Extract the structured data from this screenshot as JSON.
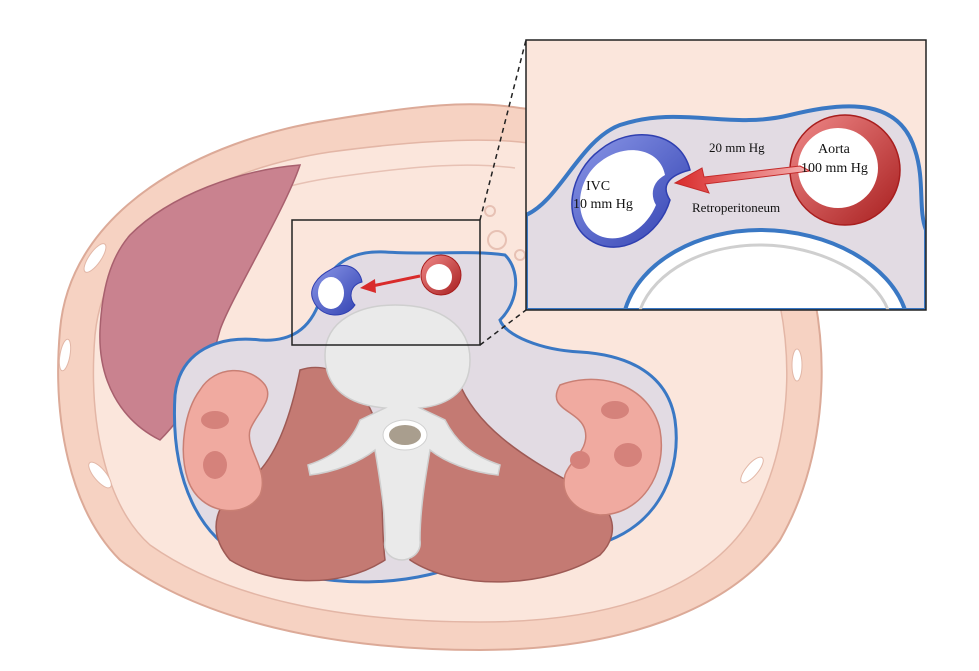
{
  "inset": {
    "ivc_label": "IVC",
    "ivc_pressure": "10 mm Hg",
    "aorta_label": "Aorta",
    "aorta_pressure": "100 mm Hg",
    "retro_pressure": "20 mm Hg",
    "retro_label": "Retroperitoneum"
  },
  "colors": {
    "skin": "#f6d2c2",
    "fat": "#fbe6dc",
    "liver": "#c9828f",
    "muscle": "#c47a73",
    "kidney": "#f0aaa0",
    "retroperitoneum": "#e2dbe3",
    "fascia": "#3a78c4",
    "vein": "#4a5bc8",
    "artery": "#d23a3a",
    "bone": "#eaeaea"
  }
}
